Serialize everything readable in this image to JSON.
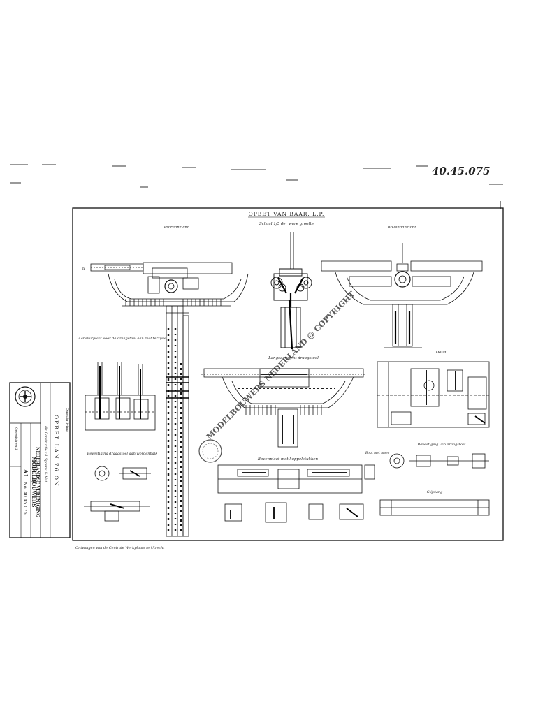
{
  "drawing_number": "40.45.075",
  "sheet_title": "OPBET VAN BAAR. L.P.",
  "sheet_subtitle": "Schaal 1/5 der ware grootte",
  "views": {
    "front_view": "Vooraanzicht",
    "top_view": "Bovenaanzicht",
    "frame_view": "Aansluitplaat voor de draagstoel aan rechterzijde",
    "bottom_view": "Langsaanzicht draagstoel",
    "detail_view": "Detail",
    "side_detail": "Bevestiging van draagstoel",
    "lower_left_label": "Bovenplaat met koppelstukken",
    "lower_right_label": "Bevestiging draagstoel aan wordenbalk",
    "bolt_label": "Bout met moer",
    "rail_label": "Glijstang",
    "footer_note": "Ontvangen van de Centrale Werkplaats te Utrecht"
  },
  "title_block": {
    "heading": "Omschrijving",
    "name": "OPBET LAN 76 ON",
    "subname": "dir. Constructie v.d. Spoorw. & Mat.",
    "org1": "NEDERLANDSE VERENIGING",
    "org2": "MODELBOUWERS",
    "format": "A1",
    "number": "No. 40.45.075",
    "registration": "Geregistreerd"
  },
  "watermark": "MODELBOUWERS NEDERLAND @ COPYRIGHT"
}
